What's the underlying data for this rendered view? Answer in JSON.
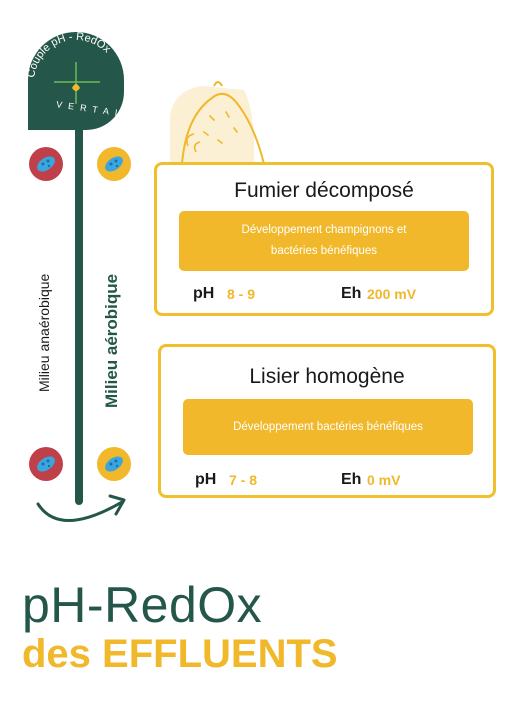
{
  "logo": {
    "arc_text": "Couple pH - RedOx",
    "brand": "VERTAL"
  },
  "axis": {
    "left_label": "Milieu anaérobique",
    "right_label": "Milieu aérobique"
  },
  "cards": [
    {
      "title": "Fumier décomposé",
      "description_line1": "Développement champignons et",
      "description_line2": "bactéries bénéfiques",
      "ph_label": "pH",
      "ph_value": "8 - 9",
      "eh_label": "Eh",
      "eh_value": "200 mV"
    },
    {
      "title": "Lisier homogène",
      "description_line1": "Développement bactéries bénéfiques",
      "ph_label": "pH",
      "ph_value": "7 - 8",
      "eh_label": "Eh",
      "eh_value": "0 mV"
    }
  ],
  "heading": {
    "line1": "pH-RedOx",
    "line2": "des EFFLUENTS"
  },
  "colors": {
    "dark_green": "#24574a",
    "yellow": "#f0b82a",
    "red_bacteria": "#c0404a",
    "blue_bacteria": "#3aa6e0"
  }
}
